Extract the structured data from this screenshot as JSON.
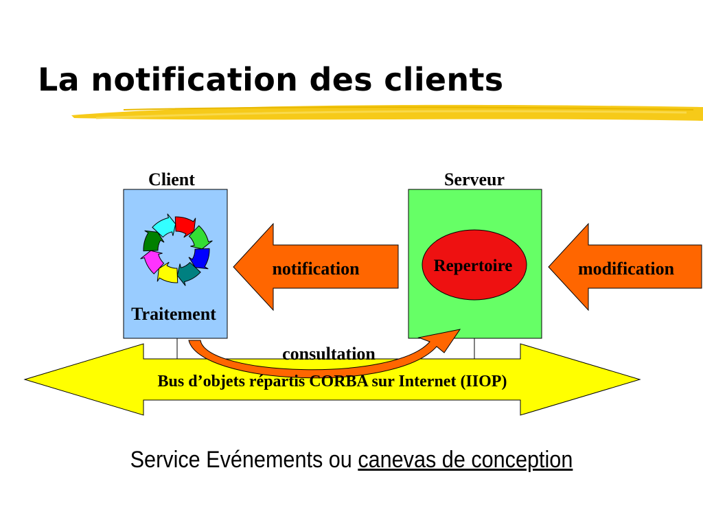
{
  "slide": {
    "title": "La notification des clients",
    "caption_plain": "Service Evénements ou ",
    "caption_link": "canevas de conception"
  },
  "diagram": {
    "client_label": "Client",
    "server_label": "Serveur",
    "processing_label": "Traitement",
    "repository_label": "Repertoire",
    "notification_label": "notification",
    "modification_label": "modification",
    "consultation_label": "consultation",
    "bus_label": "Bus d’objets répartis CORBA sur Internet (IIOP)"
  },
  "colors": {
    "title_underline": "#f5c400",
    "client_box": "#99ccff",
    "server_box": "#66ff66",
    "repository_ellipse": "#ee1111",
    "arrow_orange": "#ff6600",
    "bus_arrow": "#ffff00",
    "cycle_arrows": [
      "#ff0000",
      "#33dd33",
      "#0000ff",
      "#008080",
      "#ffff00",
      "#ff33ff",
      "#008000",
      "#33ffff"
    ]
  },
  "icons": {
    "cycle": "circular-process-arrows-icon"
  }
}
